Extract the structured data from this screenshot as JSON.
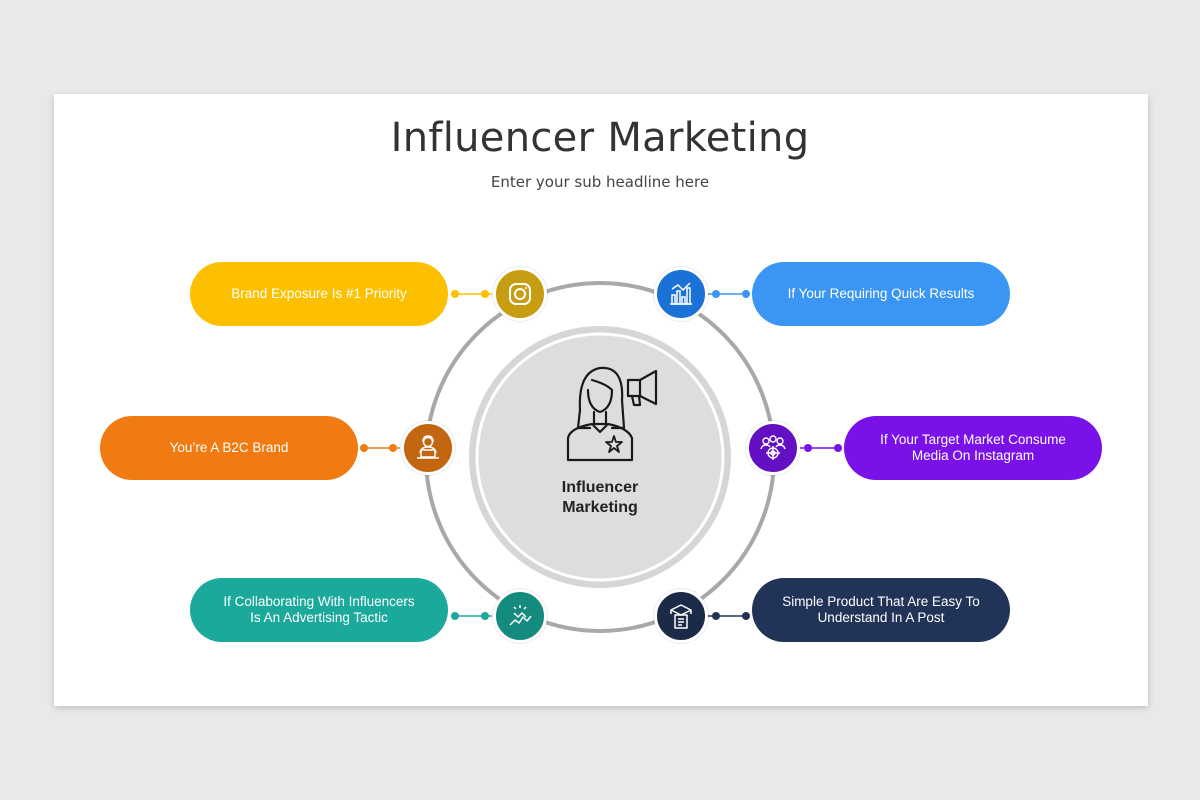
{
  "title": "Influencer Marketing",
  "subtitle": "Enter your sub headline here",
  "center": {
    "label": "Influencer\nMarketing",
    "icon": "influencer-megaphone-icon"
  },
  "items": [
    {
      "side": "left",
      "text": "Brand Exposure Is #1 Priority",
      "color": "#FDC000",
      "node_color": "#C79D12",
      "icon": "instagram-icon"
    },
    {
      "side": "left",
      "text": "You’re A B2C Brand",
      "color": "#F07B12",
      "node_color": "#C2660F",
      "icon": "laptop-person-icon"
    },
    {
      "side": "left",
      "text": "If Collaborating With Influencers\nIs An Advertising Tactic",
      "color": "#1BA99C",
      "node_color": "#158A7F",
      "icon": "handshake-icon"
    },
    {
      "side": "right",
      "text": "If Your Requiring Quick Results",
      "color": "#3A96F2",
      "node_color": "#1B72D6",
      "icon": "bar-chart-icon"
    },
    {
      "side": "right",
      "text": "If Your Target Market Consume\nMedia On Instagram",
      "color": "#7A11E8",
      "node_color": "#6310C2",
      "icon": "target-audience-icon"
    },
    {
      "side": "right",
      "text": "Simple Product That Are Easy To\nUnderstand In A Post",
      "color": "#213457",
      "node_color": "#1B2A47",
      "icon": "product-box-icon"
    }
  ]
}
